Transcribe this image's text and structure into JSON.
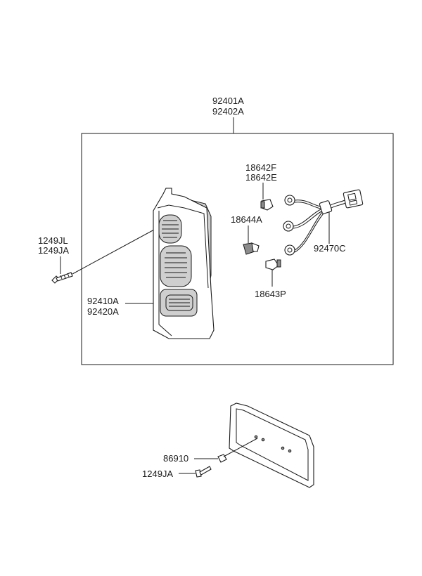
{
  "labels": {
    "assembly_top": "92401A",
    "assembly_bottom": "92402A",
    "bulb_top": "18642F",
    "bulb_bottom": "18642E",
    "socket": "18644A",
    "wiring": "92470C",
    "bulb_lower": "18643P",
    "lens_top": "92410A",
    "lens_bottom": "92420A",
    "screw_top": "1249JL",
    "screw_bottom": "1249JA",
    "plate_grommet": "86910",
    "plate_screw": "1249JA"
  }
}
